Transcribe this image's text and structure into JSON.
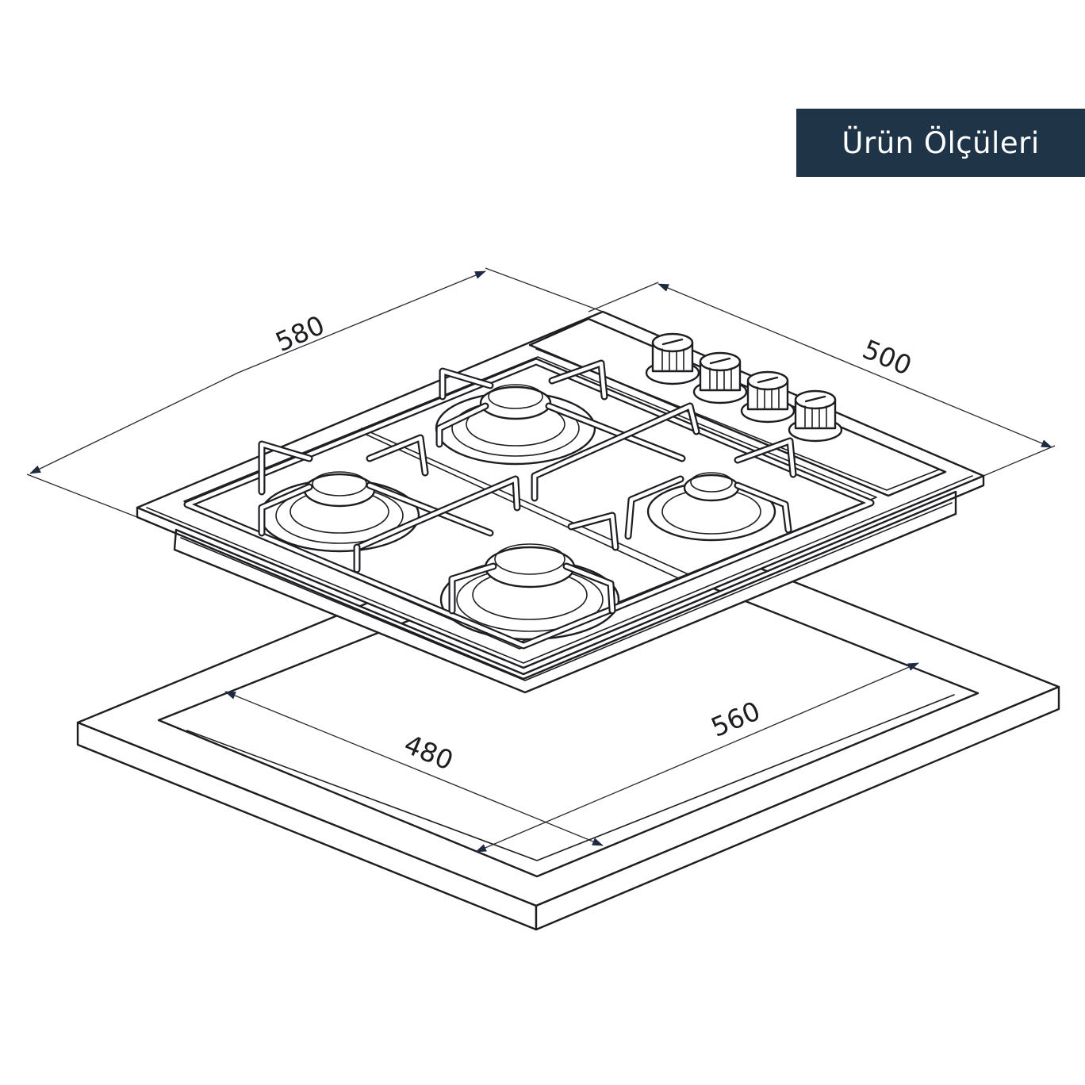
{
  "badge": {
    "title": "Ürün Ölçüleri",
    "bg_color": "#1f3447",
    "text_color": "#ffffff"
  },
  "dimensions": {
    "width": "580",
    "depth": "500",
    "cutout_width": "560",
    "cutout_depth": "480"
  },
  "appliance": {
    "burners": 4,
    "knobs": 4
  }
}
